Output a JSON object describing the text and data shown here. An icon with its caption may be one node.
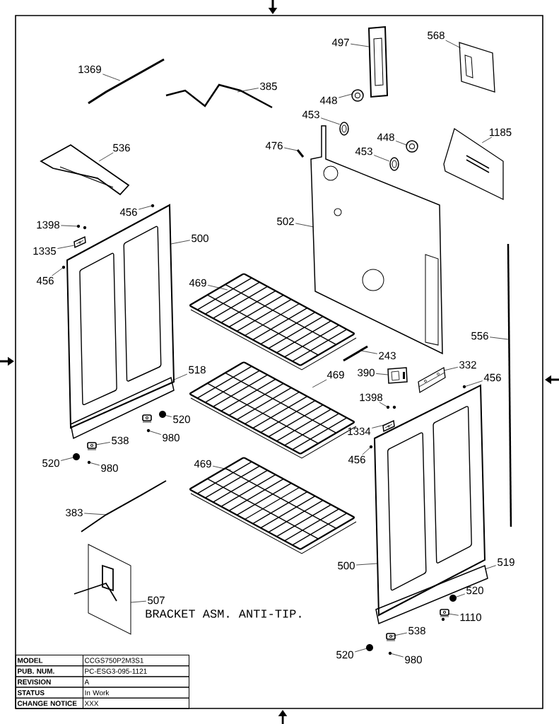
{
  "diagram": {
    "nodes": [
      {
        "text": [
          "1369"
        ]
      },
      {
        "text": [
          "385"
        ]
      },
      {
        "text": [
          "497"
        ]
      },
      {
        "text": [
          "568"
        ]
      },
      {
        "text": [
          "448"
        ]
      },
      {
        "text": [
          "453"
        ]
      },
      {
        "text": [
          "476"
        ]
      },
      {
        "text": [
          "448"
        ]
      },
      {
        "text": [
          "453"
        ]
      },
      {
        "text": [
          "1185"
        ]
      },
      {
        "text": [
          "536"
        ]
      },
      {
        "text": [
          "456"
        ]
      },
      {
        "text": [
          "1398"
        ]
      },
      {
        "text": [
          "500"
        ]
      },
      {
        "text": [
          "1335"
        ]
      },
      {
        "text": [
          "502"
        ]
      },
      {
        "text": [
          "456"
        ]
      },
      {
        "text": [
          "469"
        ]
      },
      {
        "text": [
          "556"
        ]
      },
      {
        "text": [
          "243"
        ]
      },
      {
        "text": [
          "518"
        ]
      },
      {
        "text": [
          "390"
        ]
      },
      {
        "text": [
          "332"
        ]
      },
      {
        "text": [
          "456"
        ]
      },
      {
        "text": [
          "469"
        ]
      },
      {
        "text": [
          "520"
        ]
      },
      {
        "text": [
          "1398"
        ]
      },
      {
        "text": [
          "980"
        ]
      },
      {
        "text": [
          "1334"
        ]
      },
      {
        "text": [
          "538"
        ]
      },
      {
        "text": [
          "456"
        ]
      },
      {
        "text": [
          "520"
        ]
      },
      {
        "text": [
          "980"
        ]
      },
      {
        "text": [
          "469"
        ]
      },
      {
        "text": [
          "383"
        ]
      },
      {
        "text": [
          "500"
        ]
      },
      {
        "text": [
          "519"
        ]
      },
      {
        "text": [
          "507"
        ]
      },
      {
        "text": [
          "520"
        ]
      },
      {
        "text": [
          "1110"
        ]
      },
      {
        "text": [
          "538"
        ]
      },
      {
        "text": [
          "520"
        ]
      },
      {
        "text": [
          "980"
        ]
      },
      {
        "text": [],
        "shape": "picture"
      },
      {
        "text": [],
        "shape": "picture"
      },
      {
        "text": [],
        "shape": "picture"
      },
      {
        "text": [],
        "shape": "picture"
      },
      {
        "text": [],
        "shape": "picture"
      },
      {
        "text": [],
        "shape": "picture"
      },
      {
        "text": [],
        "shape": "picture"
      },
      {
        "text": [],
        "shape": "picture"
      },
      {
        "text": [],
        "shape": "picture"
      },
      {
        "text": [],
        "shape": "picture"
      },
      {
        "text": [],
        "shape": "picture"
      },
      {
        "text": [],
        "shape": "picture"
      },
      {
        "text": [],
        "shape": "picture"
      },
      {
        "text": [],
        "shape": "picture"
      },
      {
        "text": [],
        "shape": "picture"
      },
      {
        "text": [],
        "shape": "picture"
      },
      {
        "text": [],
        "shape": "picture"
      },
      {
        "text": [],
        "shape": "picture"
      },
      {
        "text": [],
        "shape": "picture"
      },
      {
        "text": [],
        "shape": "picture"
      },
      {
        "text": [],
        "shape": "picture"
      },
      {
        "text": [],
        "shape": "picture"
      },
      {
        "text": [],
        "shape": "picture"
      },
      {
        "text": [],
        "shape": "picture"
      },
      {
        "text": [],
        "shape": "picture"
      },
      {
        "text": [],
        "shape": "picture"
      },
      {
        "text": [],
        "shape": "picture"
      },
      {
        "text": [],
        "shape": "picture"
      },
      {
        "text": [],
        "shape": "picture"
      },
      {
        "text": [],
        "shape": "picture"
      },
      {
        "text": [],
        "shape": "picture"
      },
      {
        "text": [],
        "shape": "picture"
      },
      {
        "text": [],
        "shape": "picture"
      },
      {
        "text": [],
        "shape": "picture"
      },
      {
        "text": [],
        "shape": "picture"
      },
      {
        "text": [],
        "shape": "picture"
      },
      {
        "text": [],
        "shape": "picture"
      },
      {
        "text": [],
        "shape": "picture"
      },
      {
        "text": [],
        "shape": "picture"
      },
      {
        "text": [],
        "shape": "picture"
      },
      {
        "text": [],
        "shape": "picture"
      },
      {
        "text": [],
        "shape": "picture"
      },
      {
        "text": [],
        "shape": "picture"
      }
    ],
    "edges": [
      {
        "from": 0,
        "to": 43,
        "arrow": "none"
      },
      {
        "from": 1,
        "to": 44,
        "arrow": "none"
      },
      {
        "from": 2,
        "to": 45,
        "arrow": "none"
      },
      {
        "from": 3,
        "to": 46,
        "arrow": "none"
      },
      {
        "from": 4,
        "to": 47,
        "arrow": "none"
      },
      {
        "from": 5,
        "to": 48,
        "arrow": "none"
      },
      {
        "from": 6,
        "to": 49,
        "arrow": "none"
      },
      {
        "from": 7,
        "to": 50,
        "arrow": "none"
      },
      {
        "from": 8,
        "to": 51,
        "arrow": "none"
      },
      {
        "from": 9,
        "to": 52,
        "arrow": "none"
      },
      {
        "from": 10,
        "to": 53,
        "arrow": "none"
      },
      {
        "from": 11,
        "to": 54,
        "arrow": "none"
      },
      {
        "from": 12,
        "to": 55,
        "arrow": "none"
      },
      {
        "from": 13,
        "to": 56,
        "arrow": "none"
      },
      {
        "from": 14,
        "to": 57,
        "arrow": "none"
      },
      {
        "from": 15,
        "to": 58,
        "arrow": "none"
      },
      {
        "from": 16,
        "to": 59,
        "arrow": "none"
      },
      {
        "from": 17,
        "to": 60,
        "arrow": "none"
      },
      {
        "from": 18,
        "to": 61,
        "arrow": "none"
      },
      {
        "from": 19,
        "to": 62,
        "arrow": "none"
      },
      {
        "from": 20,
        "to": 63,
        "arrow": "none"
      },
      {
        "from": 21,
        "to": 64,
        "arrow": "none"
      },
      {
        "from": 22,
        "to": 65,
        "arrow": "none"
      },
      {
        "from": 23,
        "to": 66,
        "arrow": "none"
      },
      {
        "from": 24,
        "to": 67,
        "arrow": "none"
      },
      {
        "from": 25,
        "to": 68,
        "arrow": "none"
      },
      {
        "from": 26,
        "to": 69,
        "arrow": "none"
      },
      {
        "from": 27,
        "to": 70,
        "arrow": "none"
      },
      {
        "from": 28,
        "to": 71,
        "arrow": "none"
      },
      {
        "from": 29,
        "to": 72,
        "arrow": "none"
      },
      {
        "from": 30,
        "to": 73,
        "arrow": "none"
      },
      {
        "from": 31,
        "to": 74,
        "arrow": "none"
      },
      {
        "from": 32,
        "to": 75,
        "arrow": "none"
      },
      {
        "from": 33,
        "to": 76,
        "arrow": "none"
      },
      {
        "from": 34,
        "to": 77,
        "arrow": "none"
      },
      {
        "from": 35,
        "to": 78,
        "arrow": "none"
      },
      {
        "from": 36,
        "to": 79,
        "arrow": "none"
      },
      {
        "from": 37,
        "to": 80,
        "arrow": "none"
      },
      {
        "from": 38,
        "to": 81,
        "arrow": "none"
      },
      {
        "from": 39,
        "to": 82,
        "arrow": "none"
      },
      {
        "from": 40,
        "to": 83,
        "arrow": "none"
      },
      {
        "from": 41,
        "to": 84,
        "arrow": "none"
      },
      {
        "from": 42,
        "to": 85,
        "arrow": "none"
      }
    ],
    "labels": [
      "BRACKET ASM. ANTI-TIP.",
      "MODEL",
      "CCGS750P2M3S1",
      "PUB. NUM.",
      "PC-ESG3-095-1121",
      "REVISION",
      "A",
      "STATUS",
      "In Work",
      "CHANGE NOTICE",
      "XXX"
    ]
  }
}
